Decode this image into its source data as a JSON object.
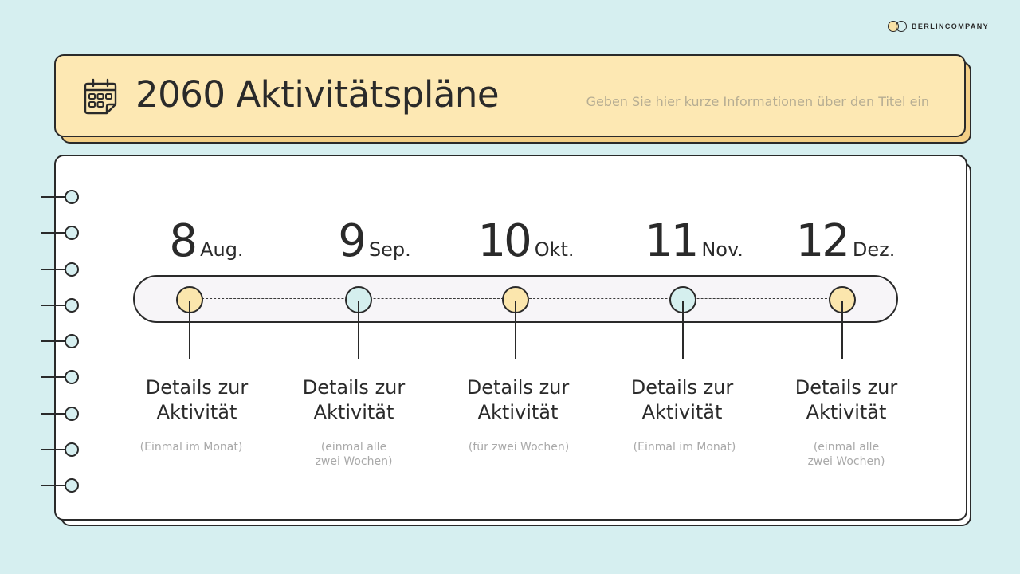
{
  "brand": {
    "name": "BERLINCOMPANY"
  },
  "header": {
    "icon": "calendar-icon",
    "title": "2060 Aktivitätspläne",
    "subtitle": "Geben Sie hier kurze Informationen über den Titel ein"
  },
  "colors": {
    "background": "#d6eff0",
    "header_fill": "#fde8b3",
    "dot_yellow": "#fbe6ad",
    "dot_teal": "#d5efee",
    "muted_text": "#a9a9a9"
  },
  "timeline": [
    {
      "day": "8",
      "month": "Aug.",
      "detail_line1": "Details zur",
      "detail_line2": "Aktivität",
      "note_line1": "(Einmal im Monat)",
      "note_line2": "",
      "dot_color": "yellow"
    },
    {
      "day": "9",
      "month": "Sep.",
      "detail_line1": "Details zur",
      "detail_line2": "Aktivität",
      "note_line1": "(einmal alle",
      "note_line2": "zwei Wochen)",
      "dot_color": "teal"
    },
    {
      "day": "10",
      "month": "Okt.",
      "detail_line1": "Details zur",
      "detail_line2": "Aktivität",
      "note_line1": "(für zwei Wochen)",
      "note_line2": "",
      "dot_color": "yellow"
    },
    {
      "day": "11",
      "month": "Nov.",
      "detail_line1": "Details zur",
      "detail_line2": "Aktivität",
      "note_line1": "(Einmal im Monat)",
      "note_line2": "",
      "dot_color": "teal"
    },
    {
      "day": "12",
      "month": "Dez.",
      "detail_line1": "Details zur",
      "detail_line2": "Aktivität",
      "note_line1": "(einmal alle",
      "note_line2": "zwei Wochen)",
      "dot_color": "yellow"
    }
  ]
}
